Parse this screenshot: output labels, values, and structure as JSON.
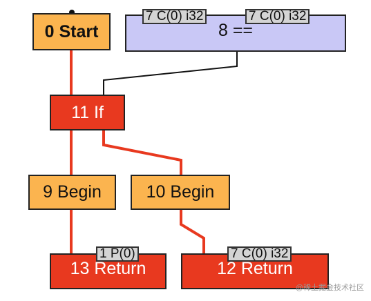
{
  "nodes": {
    "start": {
      "label": "0 Start"
    },
    "eq": {
      "label": "8 =="
    },
    "if": {
      "label": "11 If"
    },
    "begin9": {
      "label": "9 Begin"
    },
    "begin10": {
      "label": "10 Begin"
    },
    "ret13": {
      "label": "13 Return"
    },
    "ret12": {
      "label": "12 Return"
    }
  },
  "ports": {
    "eq_left": "7 C(0) i32",
    "eq_right": "7 C(0) i32",
    "ret13": "1 P(0)",
    "ret12": "7 C(0) i32"
  },
  "colors": {
    "control_edge": "#e8391f",
    "data_edge": "#111111",
    "region_node": "#fbb44f",
    "control_node": "#e8391f",
    "data_node": "#c9c8f6"
  },
  "watermark": "@稀土掘金技术社区"
}
